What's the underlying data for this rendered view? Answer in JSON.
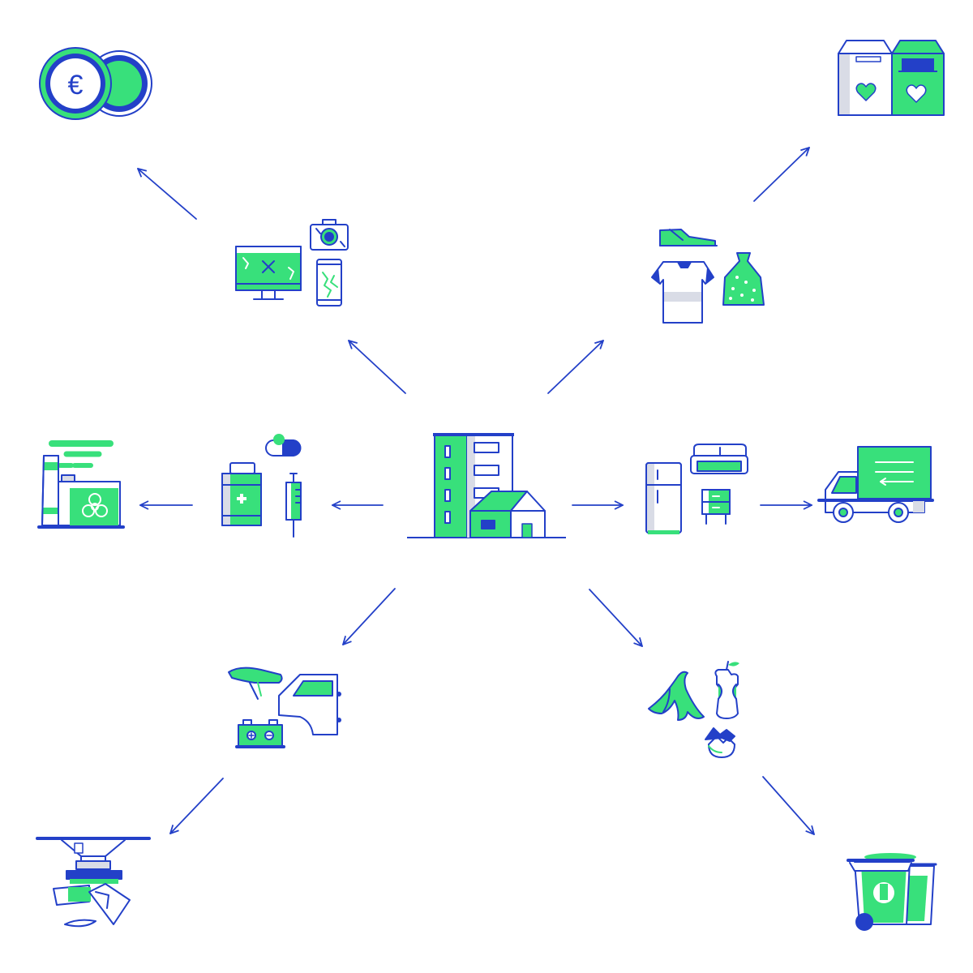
{
  "colors": {
    "blue": "#2340c8",
    "green": "#38e07b",
    "light_gray": "#d9dce6",
    "white": "#ffffff"
  },
  "currency": {
    "symbol": "€",
    "icon": "euro-coins-icon"
  },
  "nodes": [
    {
      "id": "household",
      "icon": "apartment-building-and-house-icon"
    },
    {
      "id": "electronics",
      "icon": "broken-electronics-icon"
    },
    {
      "id": "clothing",
      "icon": "clothing-and-shoes-icon"
    },
    {
      "id": "medical",
      "icon": "medicine-and-syringe-icon"
    },
    {
      "id": "furniture",
      "icon": "fridge-sofa-and-drawer-icon"
    },
    {
      "id": "vehicle-parts",
      "icon": "car-parts-and-battery-icon"
    },
    {
      "id": "food-waste",
      "icon": "food-scraps-icon"
    },
    {
      "id": "money",
      "icon": "euro-coins-icon"
    },
    {
      "id": "donation",
      "icon": "donation-boxes-icon"
    },
    {
      "id": "hazardous-facility",
      "icon": "biohazard-factory-icon"
    },
    {
      "id": "moving-truck",
      "icon": "delivery-truck-icon"
    },
    {
      "id": "shredder",
      "icon": "shredder-icon"
    },
    {
      "id": "compost-bin",
      "icon": "waste-bin-icon"
    }
  ],
  "arrows": [
    {
      "from": "household",
      "to": "electronics"
    },
    {
      "from": "household",
      "to": "clothing"
    },
    {
      "from": "household",
      "to": "medical"
    },
    {
      "from": "household",
      "to": "furniture"
    },
    {
      "from": "household",
      "to": "vehicle-parts"
    },
    {
      "from": "household",
      "to": "food-waste"
    },
    {
      "from": "electronics",
      "to": "money"
    },
    {
      "from": "clothing",
      "to": "donation"
    },
    {
      "from": "medical",
      "to": "hazardous-facility"
    },
    {
      "from": "furniture",
      "to": "moving-truck"
    },
    {
      "from": "vehicle-parts",
      "to": "shredder"
    },
    {
      "from": "food-waste",
      "to": "compost-bin"
    }
  ]
}
